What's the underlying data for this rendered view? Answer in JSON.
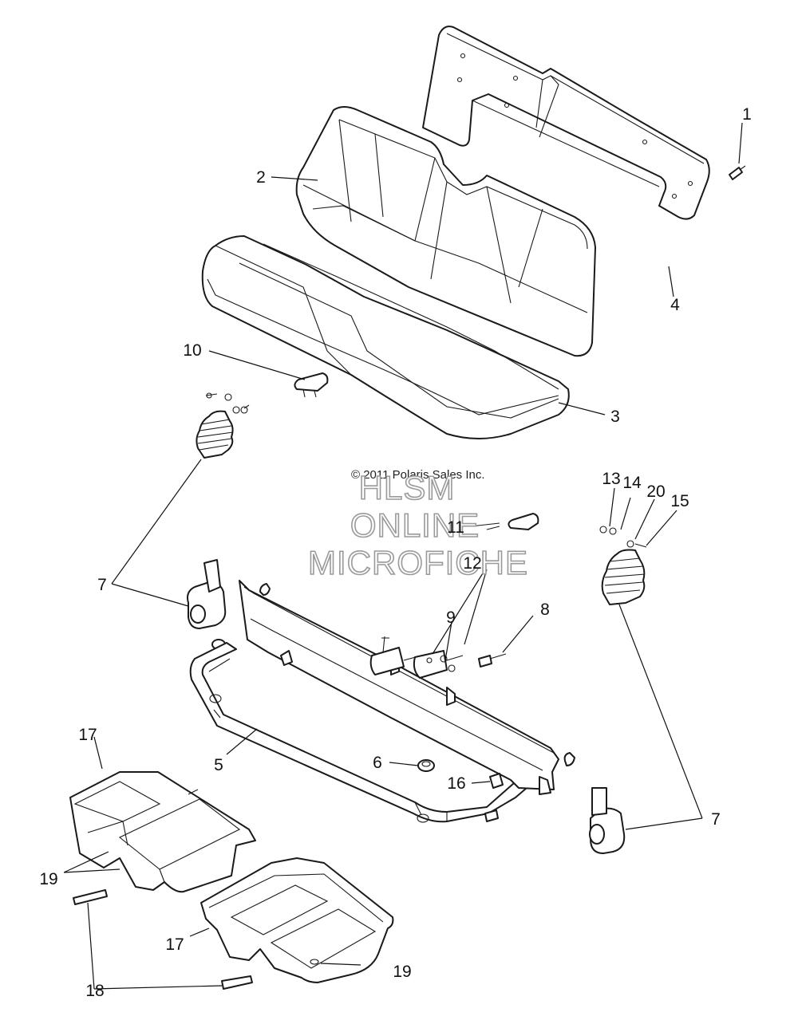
{
  "copyright": "© 2011 Polaris Sales Inc.",
  "watermark": {
    "line1": "HLSM",
    "line2": "ONLINE",
    "line3": "MICROFICHE"
  },
  "callouts": {
    "c1": "1",
    "c2": "2",
    "c3": "3",
    "c4": "4",
    "c5": "5",
    "c6": "6",
    "c7a": "7",
    "c7b": "7",
    "c8": "8",
    "c9": "9",
    "c10": "10",
    "c11": "11",
    "c12": "12",
    "c13": "13",
    "c14": "14",
    "c15": "15",
    "c16": "16",
    "c17a": "17",
    "c17b": "17",
    "c18": "18",
    "c19a": "19",
    "c19b": "19",
    "c20": "20"
  }
}
